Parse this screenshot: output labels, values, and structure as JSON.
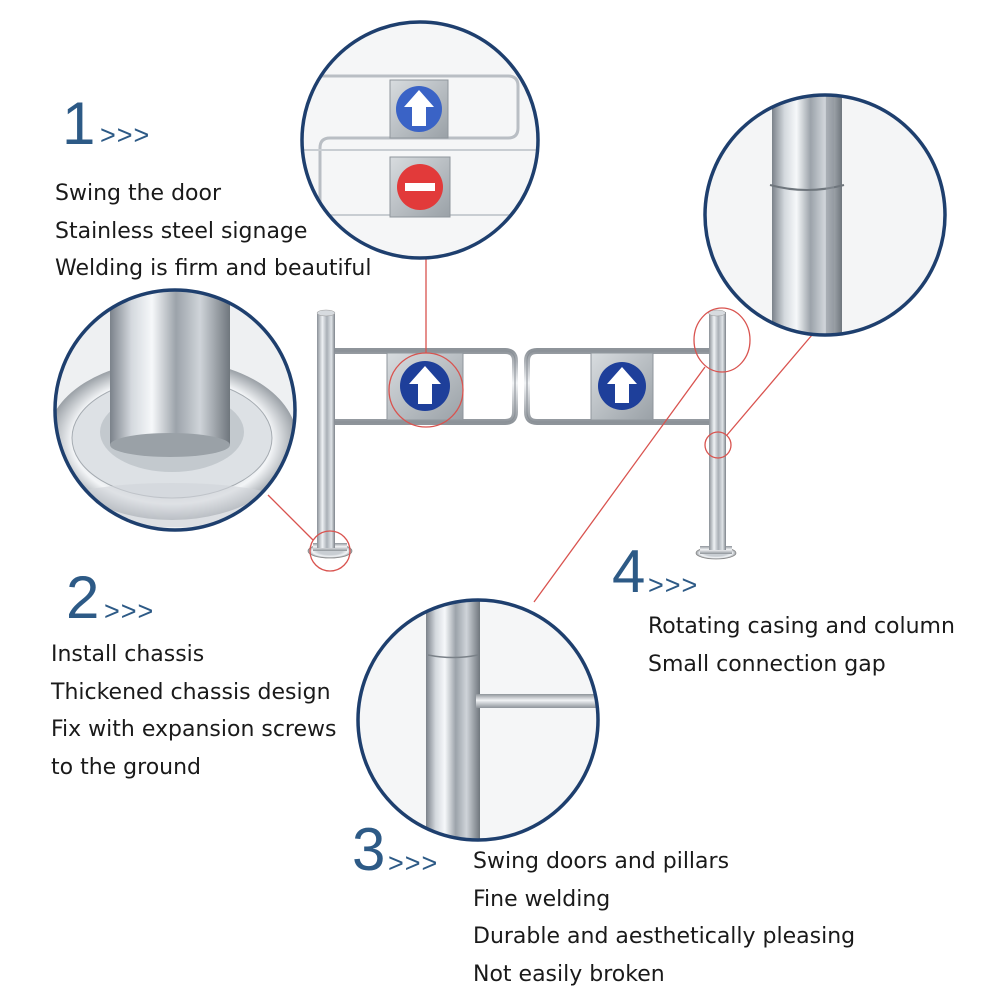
{
  "features": [
    {
      "number": "1",
      "chevrons": ">>>",
      "lines": [
        "Swing the door",
        "Stainless steel signage",
        "Welding is firm and beautiful"
      ]
    },
    {
      "number": "2",
      "chevrons": ">>>",
      "lines": [
        "Install chassis",
        "Thickened chassis design",
        "Fix with expansion screws",
        "to the ground"
      ]
    },
    {
      "number": "3",
      "chevrons": ">>>",
      "lines": [
        "Swing doors and pillars",
        "Fine welding",
        "Durable and aesthetically pleasing",
        "Not easily broken"
      ]
    },
    {
      "number": "4",
      "chevrons": ">>>",
      "lines": [
        "Rotating casing and column",
        "Small connection gap"
      ]
    }
  ],
  "colors": {
    "accent_blue": "#2d5a86",
    "sign_blue": "#1e3f9a",
    "sign_red": "#e23a3a",
    "callout_red": "#d9534f",
    "steel": "#b9bec4"
  },
  "icons": [
    "up-arrow-sign-icon",
    "no-entry-sign-icon"
  ]
}
